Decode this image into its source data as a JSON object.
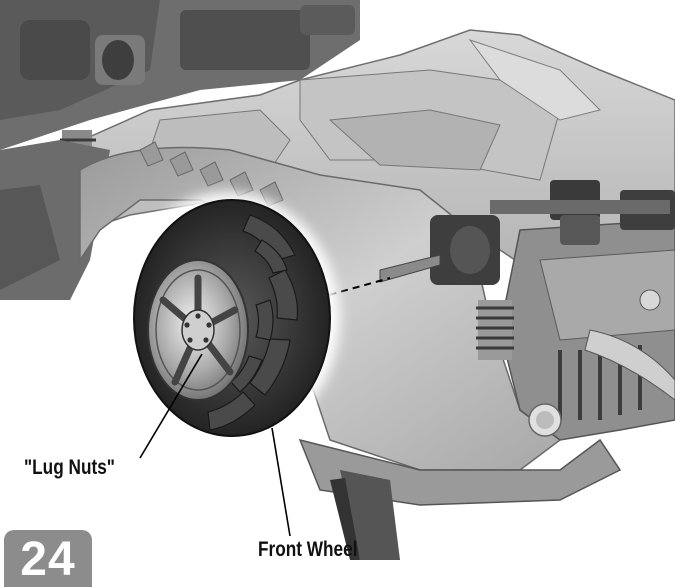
{
  "figure": {
    "step_number": "24",
    "callouts": {
      "lug_nuts": "\"Lug Nuts\"",
      "front_wheel": "Front Wheel"
    }
  },
  "colors": {
    "background": "#ffffff",
    "body_shade": "#b5b5b5",
    "tire": "#3b3b3b",
    "badge": "#8c8c8c"
  },
  "icons": [
    "vehicle-chassis-illustration",
    "front-wheel-illustration",
    "axle-dashed-line"
  ]
}
